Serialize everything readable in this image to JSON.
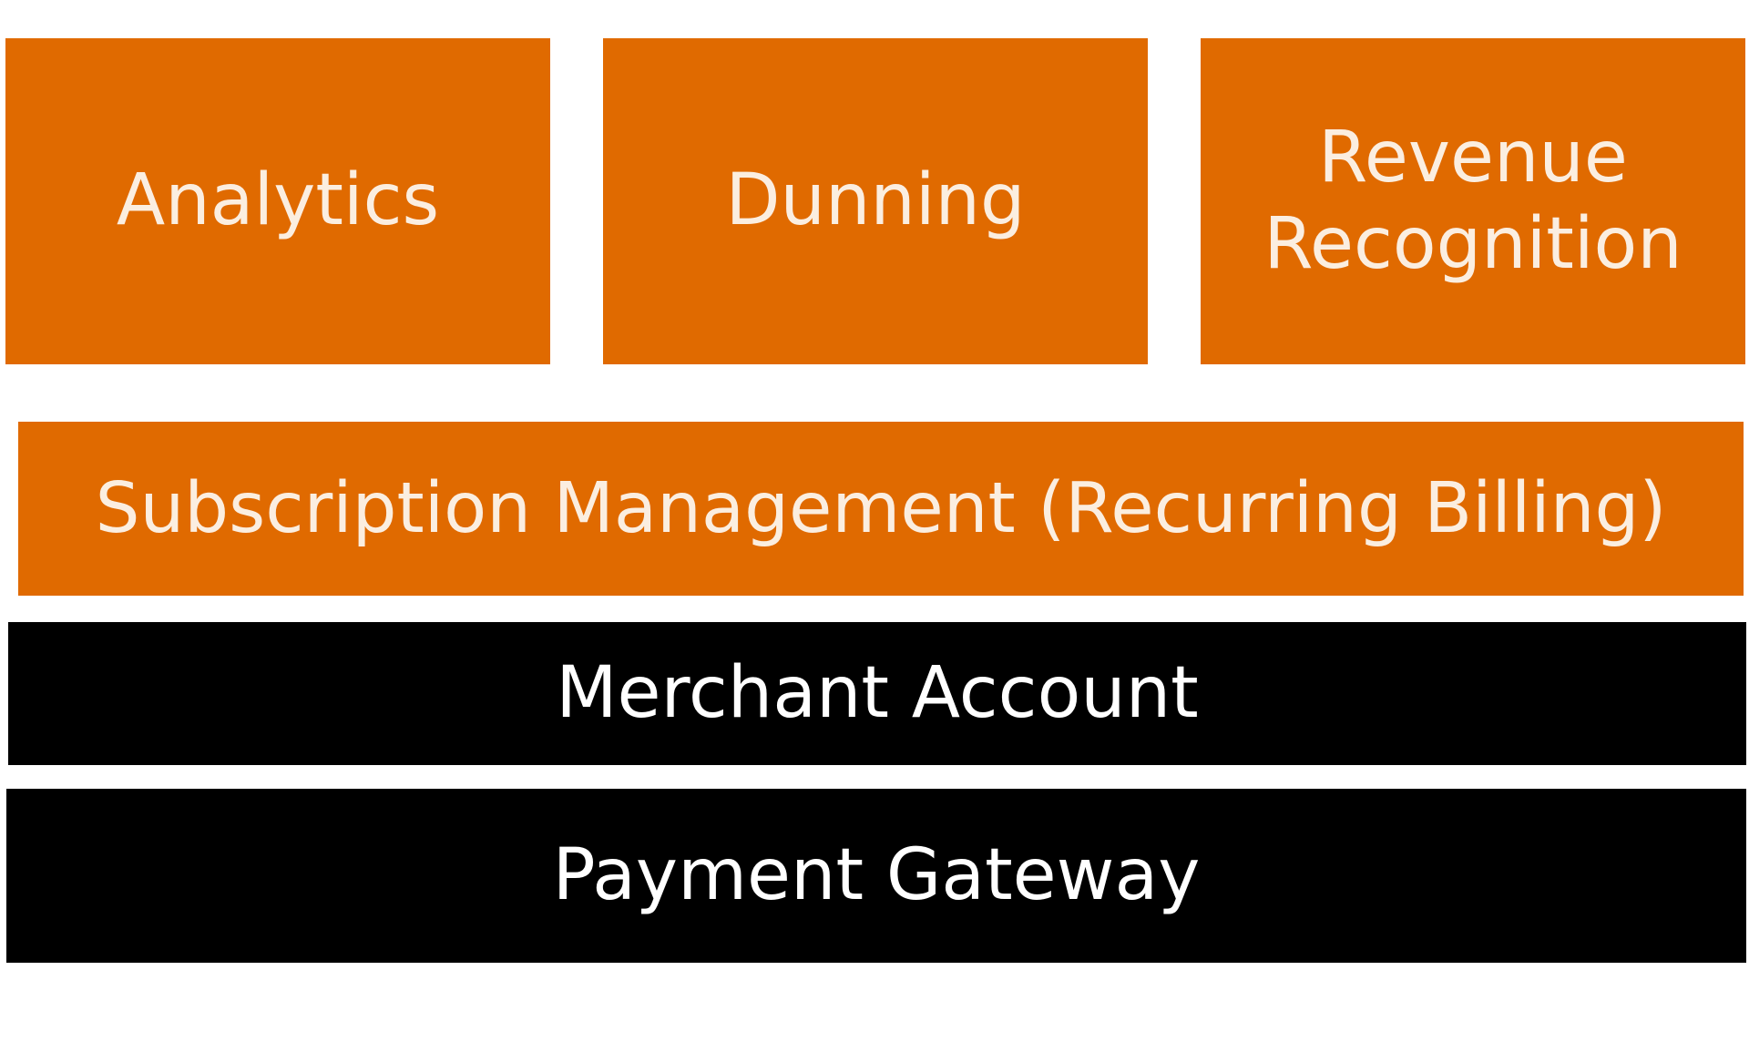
{
  "diagram": {
    "top_row": [
      {
        "label": "Analytics"
      },
      {
        "label": "Dunning"
      },
      {
        "label": "Revenue\nRecognition"
      }
    ],
    "layers": [
      {
        "label": "Subscription Management (Recurring Billing)"
      },
      {
        "label": "Merchant Account"
      },
      {
        "label": "Payment Gateway"
      }
    ]
  },
  "colors": {
    "orange_block": "#e06a00",
    "dark_block": "#000000",
    "orange_text": "#fbeee0",
    "dark_text": "#ffffff",
    "background": "#ffffff"
  }
}
